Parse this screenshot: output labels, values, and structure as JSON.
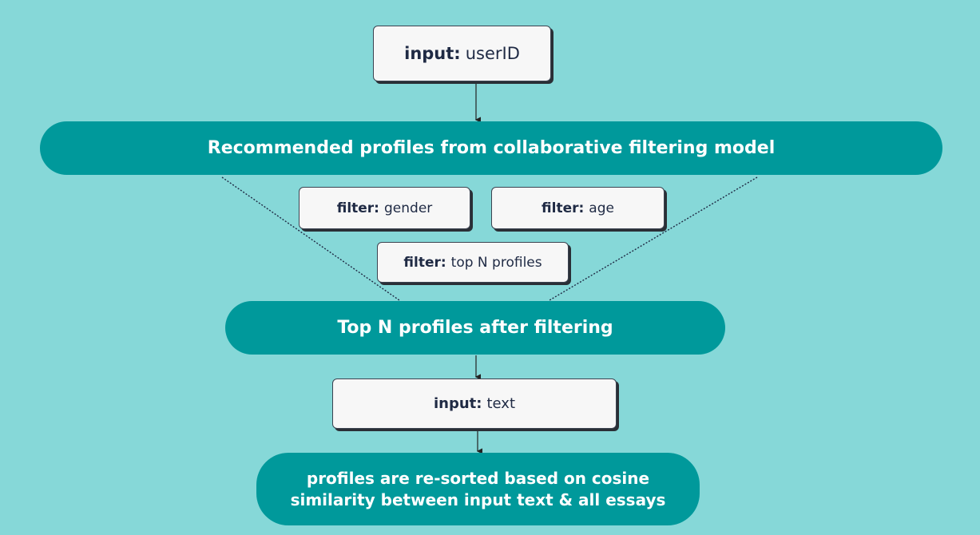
{
  "diagram": {
    "input_user": {
      "key": "input:",
      "value": "userID"
    },
    "recommended": "Recommended profiles from collaborative filtering model",
    "filters": {
      "gender": {
        "key": "filter:",
        "value": "gender"
      },
      "age": {
        "key": "filter:",
        "value": "age"
      },
      "top_n": {
        "key": "filter:",
        "value": "top N profiles"
      }
    },
    "top_n_after": "Top N profiles after filtering",
    "input_text": {
      "key": "input:",
      "value": "text"
    },
    "resorted": {
      "line1": "profiles are re-sorted based on cosine",
      "line2": "similarity between input text & all essays"
    }
  },
  "colors": {
    "background": "#86d8d8",
    "pill": "#00999b",
    "box": "#f7f7f7",
    "text_dark": "#1f2a44"
  }
}
